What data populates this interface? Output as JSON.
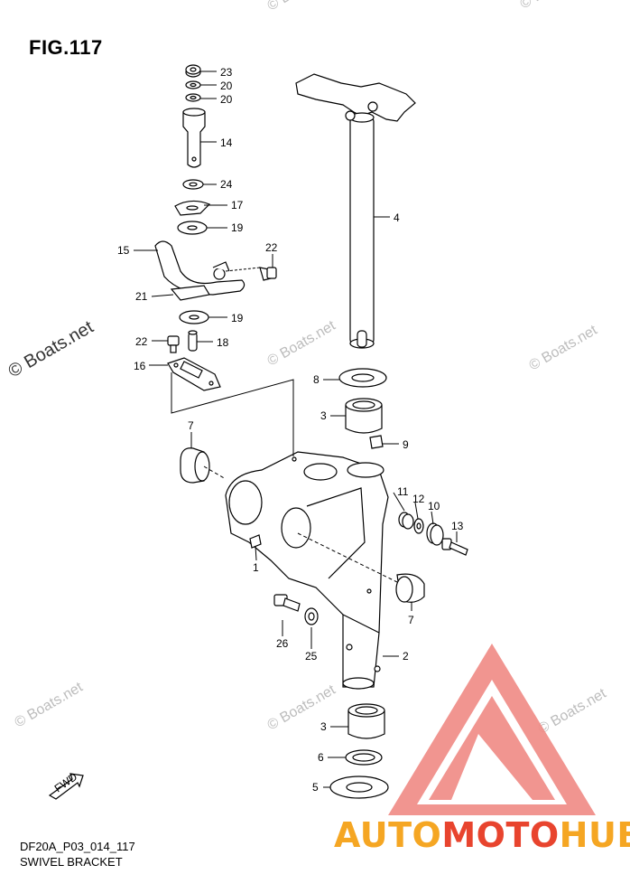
{
  "figure": {
    "title": "FIG.117",
    "code": "DF20A_P03_014_117",
    "name": "SWIVEL BRACKET"
  },
  "watermarks": {
    "main": "© Boats.net",
    "faint": "© Boats.net"
  },
  "fwd_label": "FWD",
  "brand": {
    "part1": "AUTO",
    "part2": "MOTO",
    "part3": "HUB"
  },
  "callouts": [
    {
      "id": "c23",
      "label": "23"
    },
    {
      "id": "c20a",
      "label": "20"
    },
    {
      "id": "c20b",
      "label": "20"
    },
    {
      "id": "c14",
      "label": "14"
    },
    {
      "id": "c24",
      "label": "24"
    },
    {
      "id": "c17",
      "label": "17"
    },
    {
      "id": "c19a",
      "label": "19"
    },
    {
      "id": "c15",
      "label": "15"
    },
    {
      "id": "c22a",
      "label": "22"
    },
    {
      "id": "c21",
      "label": "21"
    },
    {
      "id": "c19b",
      "label": "19"
    },
    {
      "id": "c22b",
      "label": "22"
    },
    {
      "id": "c18",
      "label": "18"
    },
    {
      "id": "c16",
      "label": "16"
    },
    {
      "id": "c4",
      "label": "4"
    },
    {
      "id": "c8",
      "label": "8"
    },
    {
      "id": "c3a",
      "label": "3"
    },
    {
      "id": "c9",
      "label": "9"
    },
    {
      "id": "c7a",
      "label": "7"
    },
    {
      "id": "c11",
      "label": "11"
    },
    {
      "id": "c12",
      "label": "12"
    },
    {
      "id": "c10",
      "label": "10"
    },
    {
      "id": "c13",
      "label": "13"
    },
    {
      "id": "c1",
      "label": "1"
    },
    {
      "id": "c7b",
      "label": "7"
    },
    {
      "id": "c26",
      "label": "26"
    },
    {
      "id": "c25",
      "label": "25"
    },
    {
      "id": "c2",
      "label": "2"
    },
    {
      "id": "c3b",
      "label": "3"
    },
    {
      "id": "c6",
      "label": "6"
    },
    {
      "id": "c5",
      "label": "5"
    }
  ]
}
